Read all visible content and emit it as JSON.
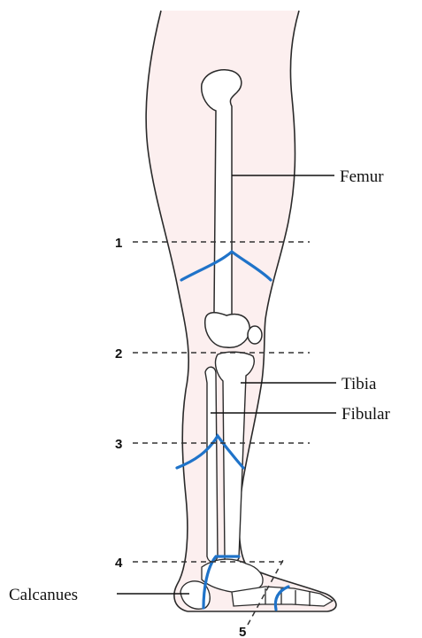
{
  "labels": {
    "femur": "Femur",
    "tibia": "Tibia",
    "fibular": "Fibular",
    "calcanues": "Calcanues"
  },
  "levels": {
    "l1": "1",
    "l2": "2",
    "l3": "3",
    "l4": "4",
    "l5": "5"
  },
  "colors": {
    "skin": "#fcefef",
    "outline": "#2a2a2a",
    "cut_line": "#1f73c9",
    "dashed": "#333333"
  }
}
